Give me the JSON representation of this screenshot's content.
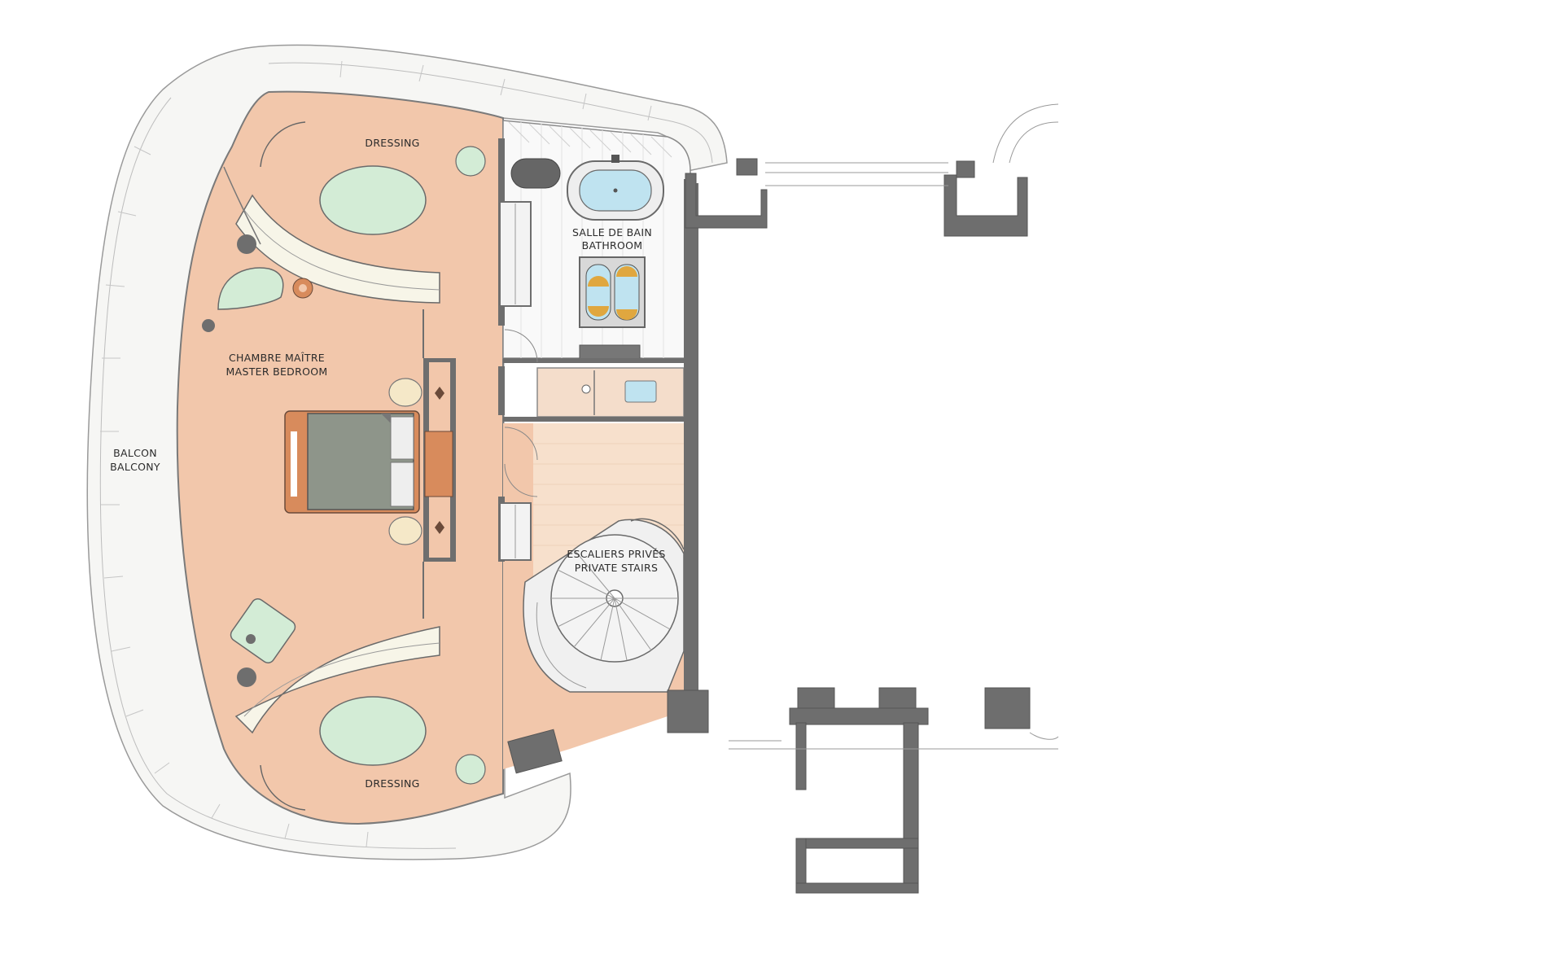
{
  "rooms": {
    "dressing_top": "DRESSING",
    "dressing_bottom": "DRESSING",
    "bathroom_fr": "SALLE DE BAIN",
    "bathroom_en": "BATHROOM",
    "master_fr": "CHAMBRE MAÎTRE",
    "master_en": "MASTER BEDROOM",
    "balcony_fr": "BALCON",
    "balcony_en": "BALCONY",
    "stairs_fr": "ESCALIERS PRIVÉS",
    "stairs_en": "PRIVATE STAIRS"
  },
  "colors": {
    "floor": "#f2c7ab",
    "balcony": "#f6f6f4",
    "wall": "#6e6e6e",
    "furniture_green": "#d3ecd6",
    "bed": "#8e958a",
    "wood_accent": "#d88b5c",
    "bath_blue": "#bfe3f0",
    "bath_gold": "#e0a73f"
  }
}
